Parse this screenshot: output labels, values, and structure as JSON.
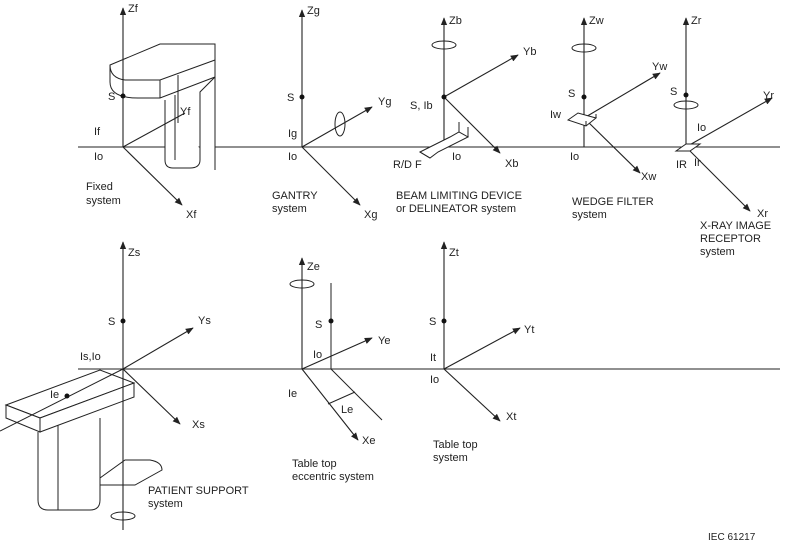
{
  "panels": {
    "fixed": {
      "z": "Zf",
      "y": "Yf",
      "x": "Xf",
      "s": "S",
      "i": "If",
      "o": "Io",
      "caption1": "Fixed",
      "caption2": "system"
    },
    "gantry": {
      "z": "Zg",
      "y": "Yg",
      "x": "Xg",
      "s": "S",
      "i": "Ig",
      "o": "Io",
      "caption1": "GANTRY",
      "caption2": "system"
    },
    "beam": {
      "z": "Zb",
      "y": "Yb",
      "x": "Xb",
      "s": "S, Ib",
      "o": "Io",
      "rdf": "R/D F",
      "caption1": "BEAM LIMITING DEVICE",
      "caption2": "or DELINEATOR system"
    },
    "wedge": {
      "z": "Zw",
      "y": "Yw",
      "x": "Xw",
      "s": "S",
      "i": "Iw",
      "o": "Io",
      "caption1": "WEDGE FILTER",
      "caption2": "system"
    },
    "xray": {
      "z": "Zr",
      "y": "Yr",
      "x": "Xr",
      "s": "S",
      "o": "Io",
      "ir": "IR",
      "i": "Ir",
      "caption1": "X-RAY IMAGE",
      "caption2": "RECEPTOR",
      "caption3": "system"
    },
    "patient": {
      "z": "Zs",
      "y": "Ys",
      "x": "Xs",
      "s": "S",
      "i": "Is,Io",
      "e": "Ie",
      "caption1": "PATIENT SUPPORT",
      "caption2": "system"
    },
    "eccentric": {
      "z": "Ze",
      "y": "Ye",
      "x": "Xe",
      "s": "S",
      "o": "Io",
      "i": "Ie",
      "le": "Le",
      "caption1": "Table top",
      "caption2": "eccentric system"
    },
    "tabletop": {
      "z": "Zt",
      "y": "Yt",
      "x": "Xt",
      "s": "S",
      "i": "It",
      "o": "Io",
      "caption1": "Table top",
      "caption2": "system"
    }
  },
  "footer": {
    "standard": "IEC 61217"
  }
}
